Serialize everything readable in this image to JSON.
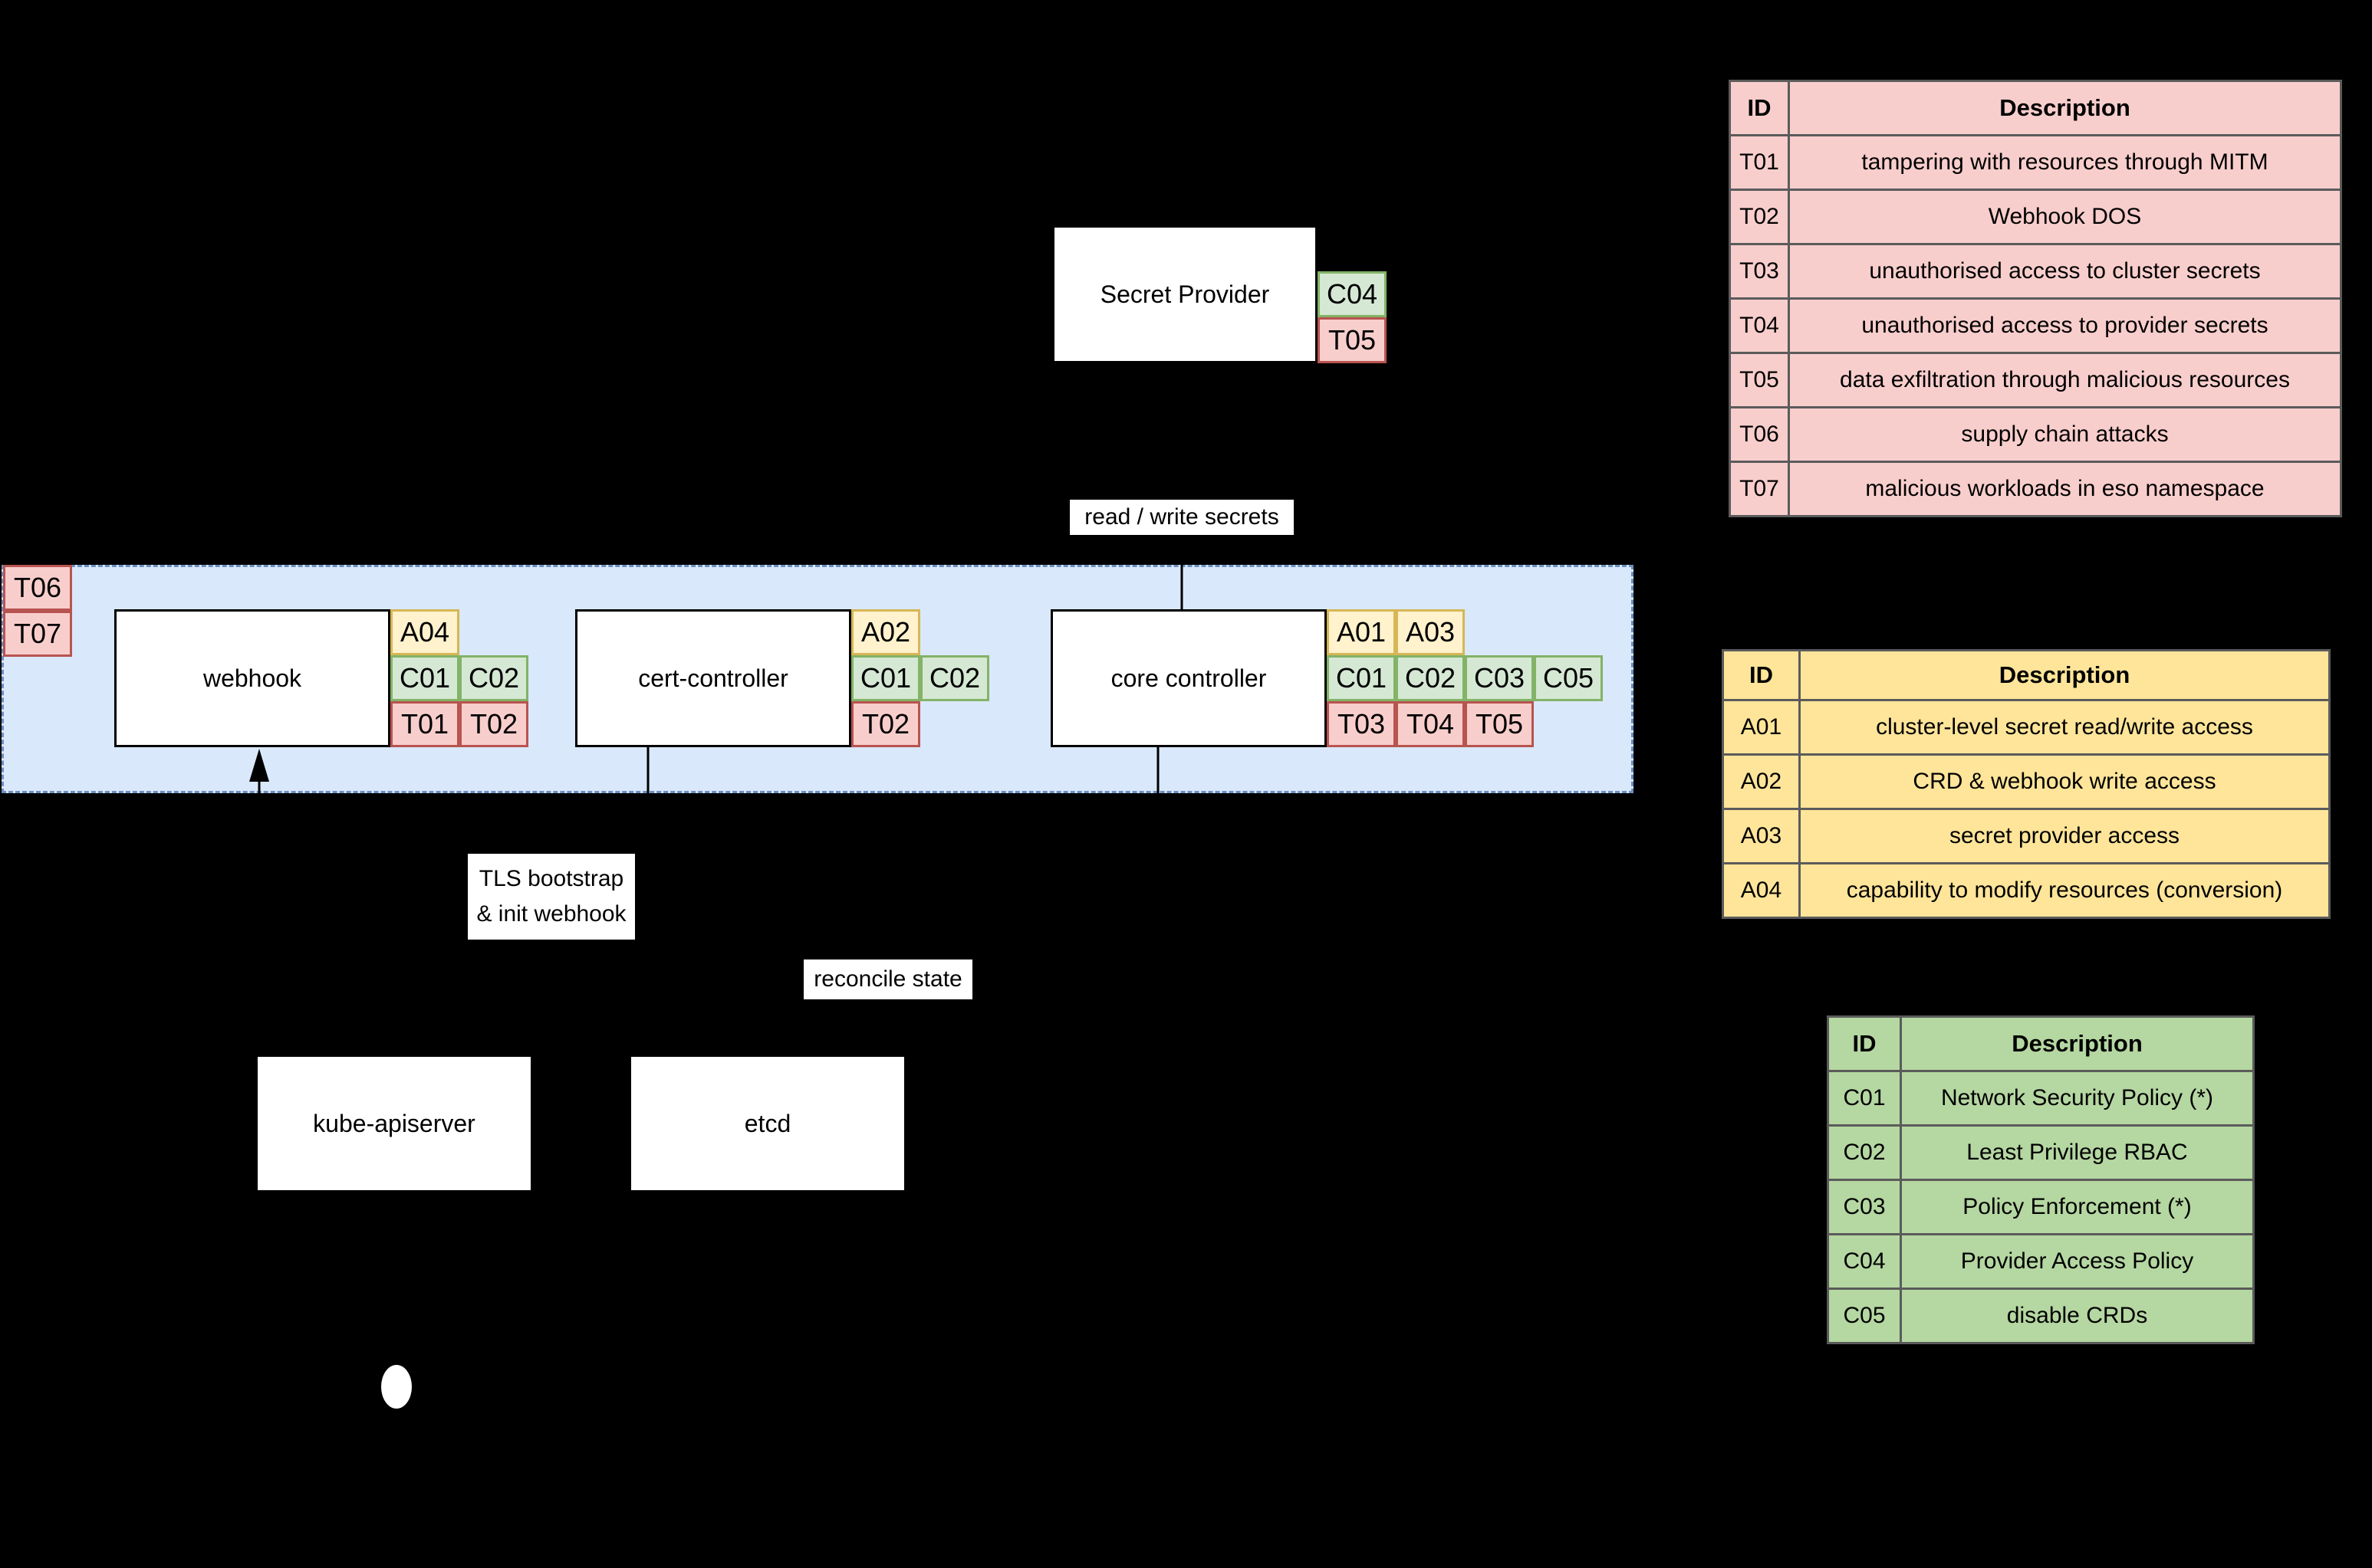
{
  "colors": {
    "background": "#000000",
    "namespace_fill": "#dae8fc",
    "namespace_stroke": "#6c8ebf",
    "node_fill": "#ffffff",
    "node_stroke": "#000000",
    "badge_access_fill": "#fff2cc",
    "badge_access_stroke": "#d6b656",
    "badge_control_fill": "#d5e8d4",
    "badge_control_stroke": "#82b366",
    "badge_threat_fill": "#f8cecc",
    "badge_threat_stroke": "#b85450",
    "threats_table_fill": "#f8cecc",
    "access_table_fill": "#ffe599",
    "controls_table_fill": "#b5d7a2",
    "table_border": "#5b5b5b"
  },
  "diagram": {
    "namespace_badges": [
      [
        "T06"
      ],
      [
        "T07"
      ]
    ],
    "nodes": {
      "secret_provider": {
        "label": "Secret Provider",
        "badges": [
          [
            "C04"
          ],
          [
            "T05"
          ]
        ]
      },
      "webhook": {
        "label": "webhook",
        "badges": [
          [
            "A04"
          ],
          [
            "C01",
            "C02"
          ],
          [
            "T01",
            "T02"
          ]
        ]
      },
      "cert_controller": {
        "label": "cert-controller",
        "badges": [
          [
            "A02"
          ],
          [
            "C01",
            "C02"
          ],
          [
            "T02"
          ]
        ]
      },
      "core_controller": {
        "label": "core controller",
        "badges": [
          [
            "A01",
            "A03"
          ],
          [
            "C01",
            "C02",
            "C03",
            "C05"
          ],
          [
            "T03",
            "T04",
            "T05"
          ]
        ]
      },
      "kube_apiserver": {
        "label": "kube-apiserver"
      },
      "etcd": {
        "label": "etcd"
      }
    },
    "edge_labels": {
      "read_write_secrets": "read / write secrets",
      "tls_bootstrap_line1": "TLS bootstrap",
      "tls_bootstrap_line2": "& init webhook",
      "reconcile_state": "reconcile state"
    }
  },
  "tables": {
    "threats": {
      "headers": [
        "ID",
        "Description"
      ],
      "rows": [
        [
          "T01",
          "tampering with resources through MITM"
        ],
        [
          "T02",
          "Webhook DOS"
        ],
        [
          "T03",
          "unauthorised access to cluster secrets"
        ],
        [
          "T04",
          "unauthorised access to provider secrets"
        ],
        [
          "T05",
          "data exfiltration through malicious resources"
        ],
        [
          "T06",
          "supply chain attacks"
        ],
        [
          "T07",
          "malicious workloads in eso namespace"
        ]
      ]
    },
    "access": {
      "headers": [
        "ID",
        "Description"
      ],
      "rows": [
        [
          "A01",
          "cluster-level secret read/write access"
        ],
        [
          "A02",
          "CRD & webhook write access"
        ],
        [
          "A03",
          "secret provider access"
        ],
        [
          "A04",
          "capability to modify resources (conversion)"
        ]
      ]
    },
    "controls": {
      "headers": [
        "ID",
        "Description"
      ],
      "rows": [
        [
          "C01",
          "Network Security Policy (*)"
        ],
        [
          "C02",
          "Least Privilege RBAC"
        ],
        [
          "C03",
          "Policy Enforcement (*)"
        ],
        [
          "C04",
          "Provider Access Policy"
        ],
        [
          "C05",
          "disable CRDs"
        ]
      ]
    }
  }
}
